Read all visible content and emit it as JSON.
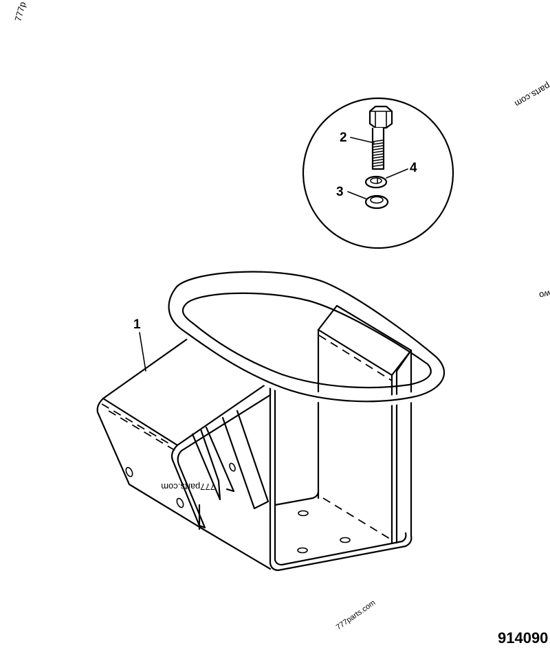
{
  "diagram": {
    "type": "exploded-parts-illustration",
    "figure_number": "914090",
    "parts": [
      {
        "callout": "1",
        "description": "bracket with oval hoop"
      },
      {
        "callout": "2",
        "description": "hex bolt"
      },
      {
        "callout": "3",
        "description": "flat washer"
      },
      {
        "callout": "4",
        "description": "spring lock washer"
      }
    ],
    "detail_inset": {
      "shape": "circle",
      "contains_callouts": [
        "2",
        "4",
        "3"
      ]
    },
    "colors": {
      "line": "#000000",
      "background": "#ffffff"
    }
  },
  "watermarks": [
    {
      "text": "777parts.com",
      "position": "top-left",
      "rotation": -75,
      "visible_text": "777p"
    },
    {
      "text": "777parts.com",
      "position": "top-right",
      "rotation": 150,
      "visible_text": "parts.com"
    },
    {
      "text": "777parts.com",
      "position": "right-middle",
      "rotation": 170,
      "visible_text": "wo"
    },
    {
      "text": "777parts.com",
      "position": "center-bracket",
      "rotation": 180,
      "visible_text": "777parts.com"
    },
    {
      "text": "777parts.com",
      "position": "bottom",
      "rotation": -35,
      "visible_text": "777parts.com"
    }
  ]
}
